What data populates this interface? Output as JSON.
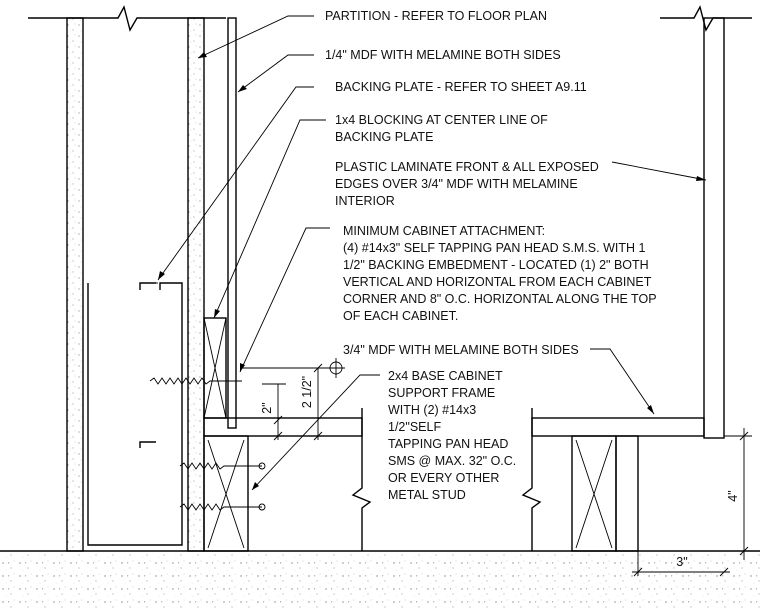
{
  "notes": {
    "partition": "PARTITION - REFER TO FLOOR PLAN",
    "mdf_quarter": "1/4\" MDF WITH MELAMINE BOTH SIDES",
    "backing_plate": "BACKING PLATE - REFER TO SHEET A9.11",
    "blocking": [
      "1x4 BLOCKING AT CENTER LINE OF",
      "BACKING PLATE"
    ],
    "plastic_laminate": [
      "PLASTIC LAMINATE FRONT & ALL EXPOSED",
      "EDGES OVER 3/4\" MDF WITH MELAMINE",
      "INTERIOR"
    ],
    "attachment": [
      "MINIMUM CABINET ATTACHMENT:",
      "(4) #14x3\" SELF TAPPING PAN HEAD S.M.S. WITH 1",
      "1/2\" BACKING EMBEDMENT - LOCATED (1) 2\" BOTH",
      "VERTICAL AND HORIZONTAL FROM EACH CABINET",
      "CORNER AND 8\" O.C. HORIZONTAL ALONG THE TOP",
      "OF EACH CABINET."
    ],
    "mdf_three_quarter": "3/4\" MDF WITH MELAMINE BOTH SIDES",
    "support_frame": [
      "2x4 BASE CABINET",
      "SUPPORT FRAME",
      "WITH (2) #14x3",
      "1/2\"SELF",
      "TAPPING PAN HEAD",
      "SMS @ MAX. 32\" O.C.",
      "OR EVERY OTHER",
      "METAL STUD"
    ]
  },
  "dimensions": {
    "two_inch": "2\"",
    "two_half": "2 1/2\"",
    "four_inch": "4\"",
    "three_inch": "3\""
  },
  "centerline_symbol": "CL"
}
